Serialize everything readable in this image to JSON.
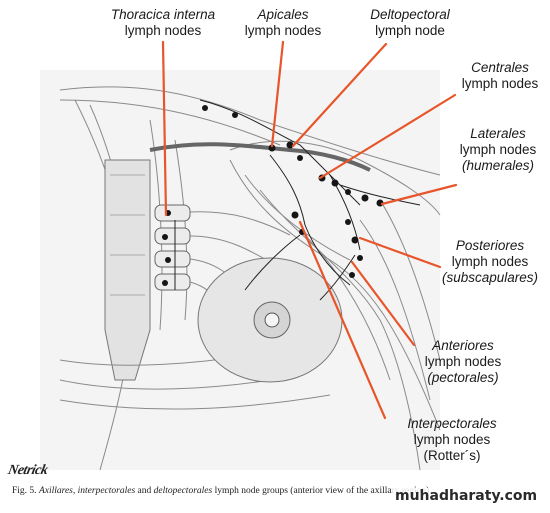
{
  "labels": {
    "thoracica": {
      "line1": "Thoracica interna",
      "line2": "lymph nodes"
    },
    "apicales": {
      "line1": "Apicales",
      "line2": "lymph nodes"
    },
    "deltopectoral": {
      "line1": "Deltopectoral",
      "line2": "lymph node"
    },
    "centrales": {
      "line1": "Centrales",
      "line2": "lymph nodes"
    },
    "laterales": {
      "line1": "Laterales",
      "line2": "lymph nodes",
      "line3": "(humerales)"
    },
    "posteriores": {
      "line1": "Posteriores",
      "line2": "lymph nodes",
      "line3": "(subscapulares)"
    },
    "anteriores": {
      "line1": "Anteriores",
      "line2": "lymph nodes",
      "line3": "(pectorales)"
    },
    "interpectorales": {
      "line1": "Interpectorales",
      "line2": "lymph nodes",
      "line3": "(Rotter´s)"
    }
  },
  "caption": {
    "prefix": "Fig. 5.",
    "italic1": "Axillares, interpectorales",
    "mid": "and",
    "italic2": "deltopectorales",
    "rest": "lymph node groups (anterior view of the axillary region)"
  },
  "signature": "Netrick",
  "watermark": "muhadharaty.com",
  "colors": {
    "leader_line": "#e8552a",
    "node": "#151515",
    "line_art": "#7a7a7a"
  }
}
